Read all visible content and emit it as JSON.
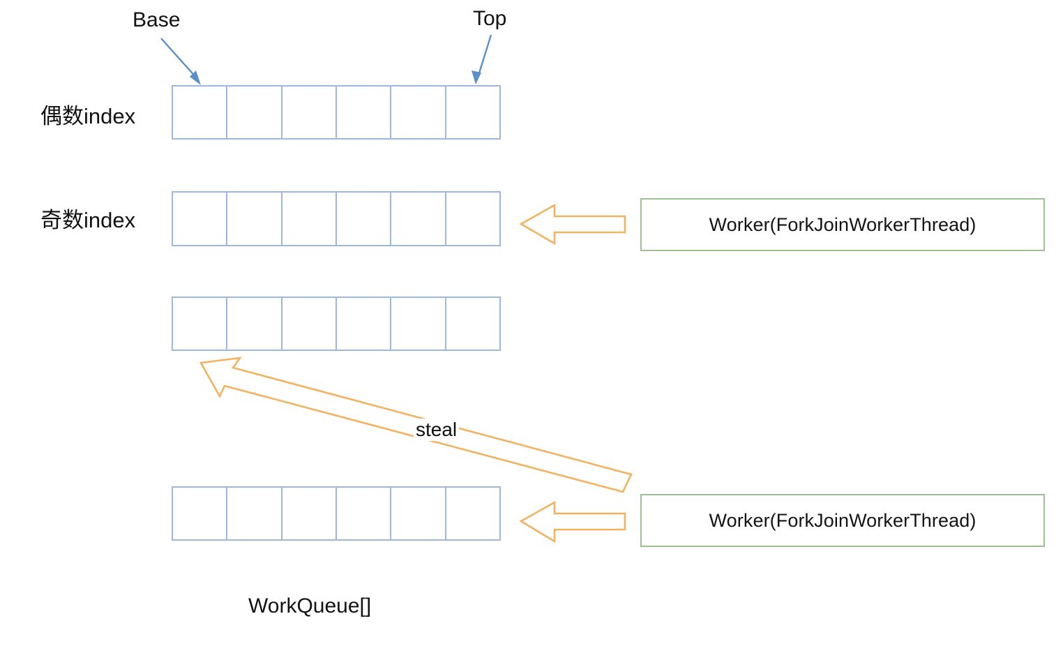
{
  "diagram": {
    "title_label": "WorkQueue[]",
    "pointer_labels": {
      "base": "Base",
      "top": "Top"
    },
    "row_labels": {
      "even": "偶数index",
      "odd": "奇数index"
    },
    "queues": [
      {
        "name": "even-index-queue",
        "cells": 6
      },
      {
        "name": "odd-index-queue",
        "cells": 6
      },
      {
        "name": "third-queue",
        "cells": 6
      },
      {
        "name": "fourth-queue",
        "cells": 6
      }
    ],
    "workers": [
      {
        "label": "Worker(ForkJoinWorkerThread)"
      },
      {
        "label": "Worker(ForkJoinWorkerThread)"
      }
    ],
    "steal_label": "steal",
    "colors": {
      "queue_border": "#9db7dd",
      "worker_border": "#9cbf94",
      "block_arrow": "#f2b25f",
      "pointer_arrow": "#5b8fc9",
      "text": "#121212",
      "background": "#ffffff"
    }
  }
}
